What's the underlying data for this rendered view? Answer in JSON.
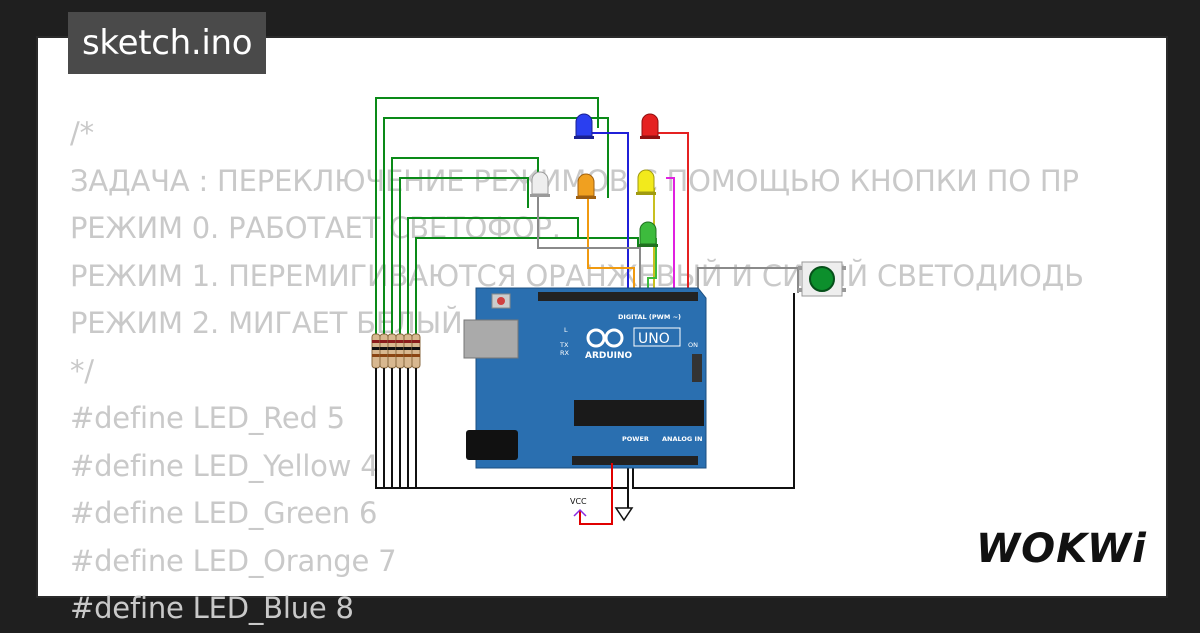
{
  "file_tab": {
    "label": "sketch.ino"
  },
  "code_lines": [
    "/*",
    "ЗАДАЧА : ПЕРЕКЛЮЧЕНИЕ РЕЖИМОВ С ПОМОЩЬЮ КНОПКИ ПО ПР",
    "РЕЖИМ 0. РАБОТАЕТ СВЕТОФОР.",
    "РЕЖИМ 1. ПЕРЕМИГИВАЮТСЯ ОРАНЖЕВЫЙ И СИНИЙ СВЕТОДИОДЬ",
    "РЕЖИМ 2. МИГАЕТ БЕЛЫЙ",
    "*/",
    "#define LED_Red 5",
    "#define LED_Yellow 4",
    "#define LED_Green 6",
    "#define LED_Orange 7",
    "#define LED_Blue 8"
  ],
  "logo": {
    "text": "WOKWi"
  },
  "board": {
    "brand": "ARDUINO",
    "model": "UNO",
    "digital_label": "DIGITAL (PWM ~)",
    "power_label": "POWER",
    "analog_label": "ANALOG IN",
    "on_label": "ON",
    "l_label": "L",
    "tx_label": "TX",
    "rx_label": "RX"
  },
  "vcc": {
    "label": "VCC"
  },
  "leds": [
    {
      "name": "blue",
      "color": "#2a3ff0"
    },
    {
      "name": "red",
      "color": "#e52121"
    },
    {
      "name": "white",
      "color": "#eeeeee"
    },
    {
      "name": "orange",
      "color": "#f0a020"
    },
    {
      "name": "yellow",
      "color": "#f2ea1c"
    },
    {
      "name": "green",
      "color": "#3dbb3d"
    }
  ],
  "colors": {
    "board": "#2a6fb0",
    "wire_green": "#0a8a18",
    "wire_black": "#111111",
    "wire_red": "#e00000",
    "wire_gray": "#8a8a8a",
    "wire_blue": "#2020d8",
    "wire_magenta": "#e020e0",
    "wire_orange": "#f09a10",
    "button": "#0c8f2c"
  }
}
